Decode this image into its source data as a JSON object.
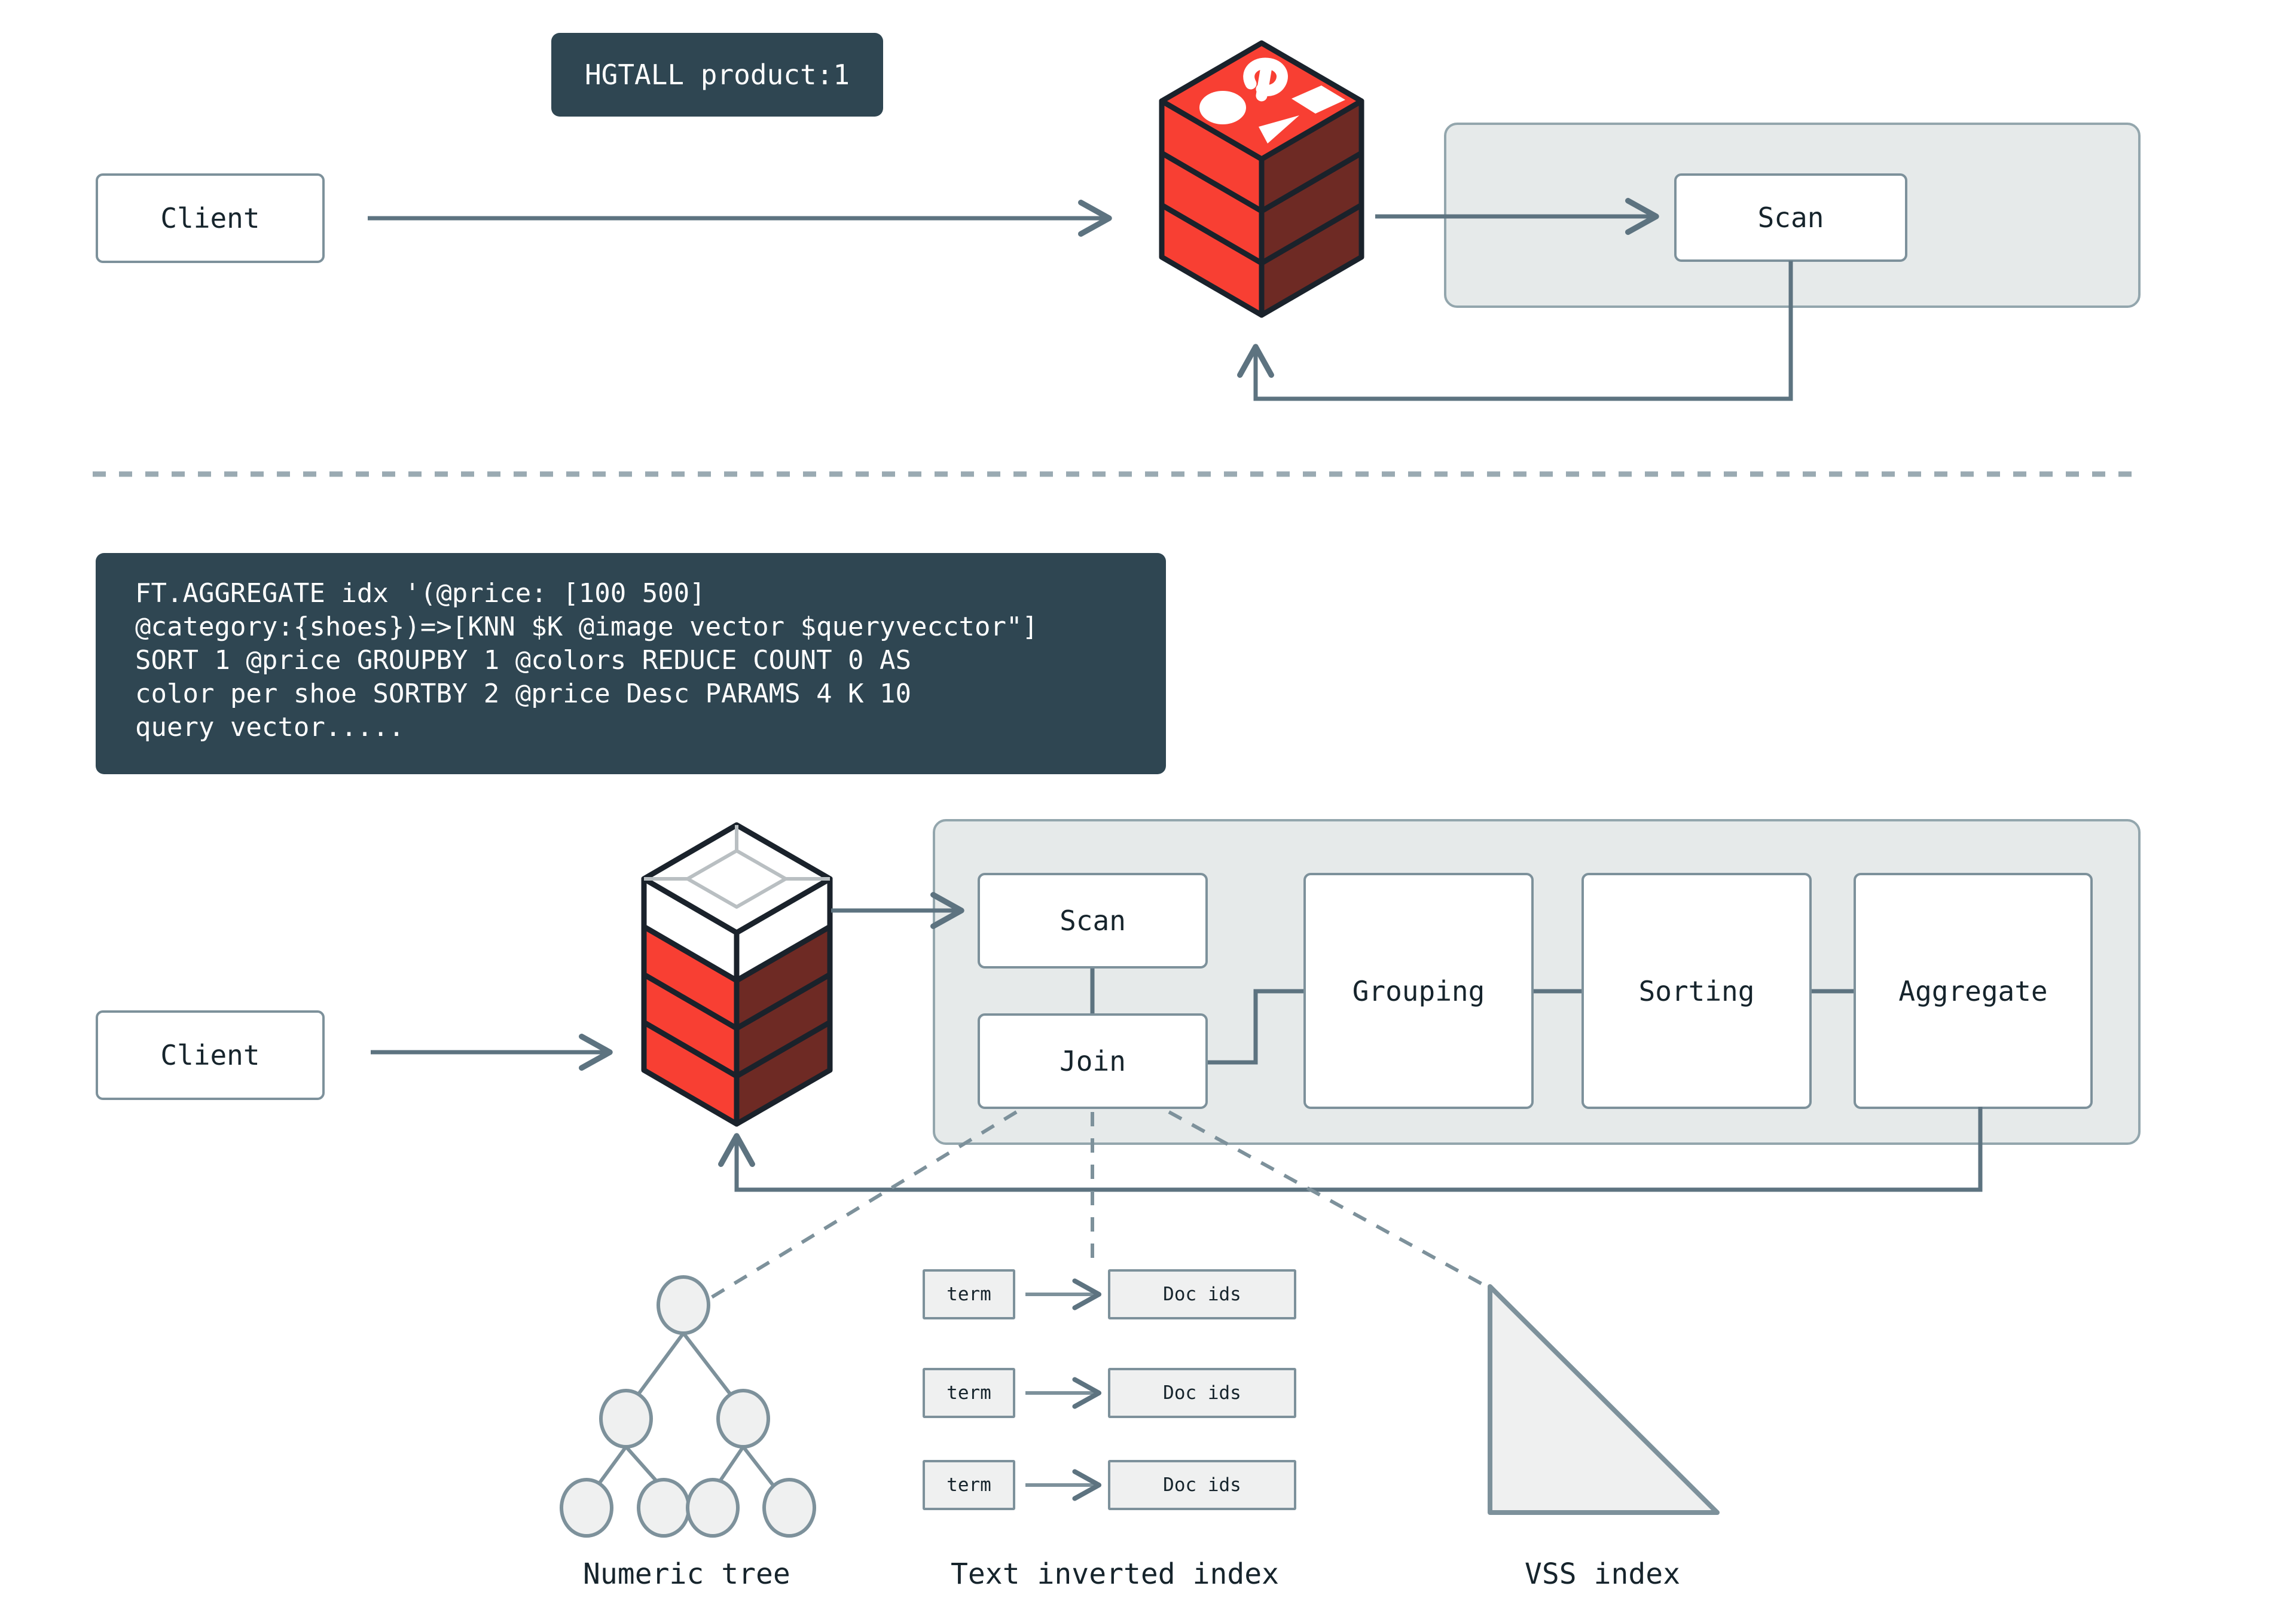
{
  "colors": {
    "background": "#ffffff",
    "code_bg": "#2f4652",
    "code_fg": "#ffffff",
    "node_border": "#7d919b",
    "node_fill": "#ffffff",
    "panel_fill": "#e6eaea",
    "panel_border": "#93a6ad",
    "line": "#5d7380",
    "text": "#16242c",
    "redis_red": "#f83f33",
    "redis_dark_red": "#6e2a24",
    "redis_outline": "#1a222b",
    "index_fill": "#eff0f0",
    "divider": "#9aaab2"
  },
  "top_flow": {
    "command": "HGTALL product:1",
    "client_label": "Client",
    "db_icon": "redis-cube-icon",
    "pipeline_panel": "query-pipeline-panel",
    "stages": [
      {
        "label": "Scan"
      }
    ]
  },
  "divider": {
    "style": "dashed-horizontal"
  },
  "bottom_flow": {
    "command": "FT.AGGREGATE idx '(@price: [100 500]\n@category:{shoes})=>[KNN $K @image vector $queryvecctor\"]\nSORT 1 @price GROUPBY 1 @colors REDUCE COUNT 0 AS\ncolor per shoe SORTBY 2 @price Desc PARAMS 4 K 10\nquery vector.....",
    "client_label": "Client",
    "db_icon": "redis-cube-open-icon",
    "pipeline_panel": "aggregate-pipeline-panel",
    "stages": [
      {
        "label": "Scan"
      },
      {
        "label": "Join"
      },
      {
        "label": "Grouping"
      },
      {
        "label": "Sorting"
      },
      {
        "label": "Aggregate"
      }
    ]
  },
  "indexes": [
    {
      "id": "numeric-tree",
      "caption": "Numeric tree",
      "type": "tree",
      "levels": [
        1,
        2,
        4
      ]
    },
    {
      "id": "text-inverted-index",
      "caption": "Text inverted index",
      "type": "postings",
      "rows": [
        {
          "term": "term",
          "docs": "Doc ids"
        },
        {
          "term": "term",
          "docs": "Doc ids"
        },
        {
          "term": "term",
          "docs": "Doc ids"
        }
      ]
    },
    {
      "id": "vss-index",
      "caption": "VSS index",
      "type": "triangle"
    }
  ]
}
